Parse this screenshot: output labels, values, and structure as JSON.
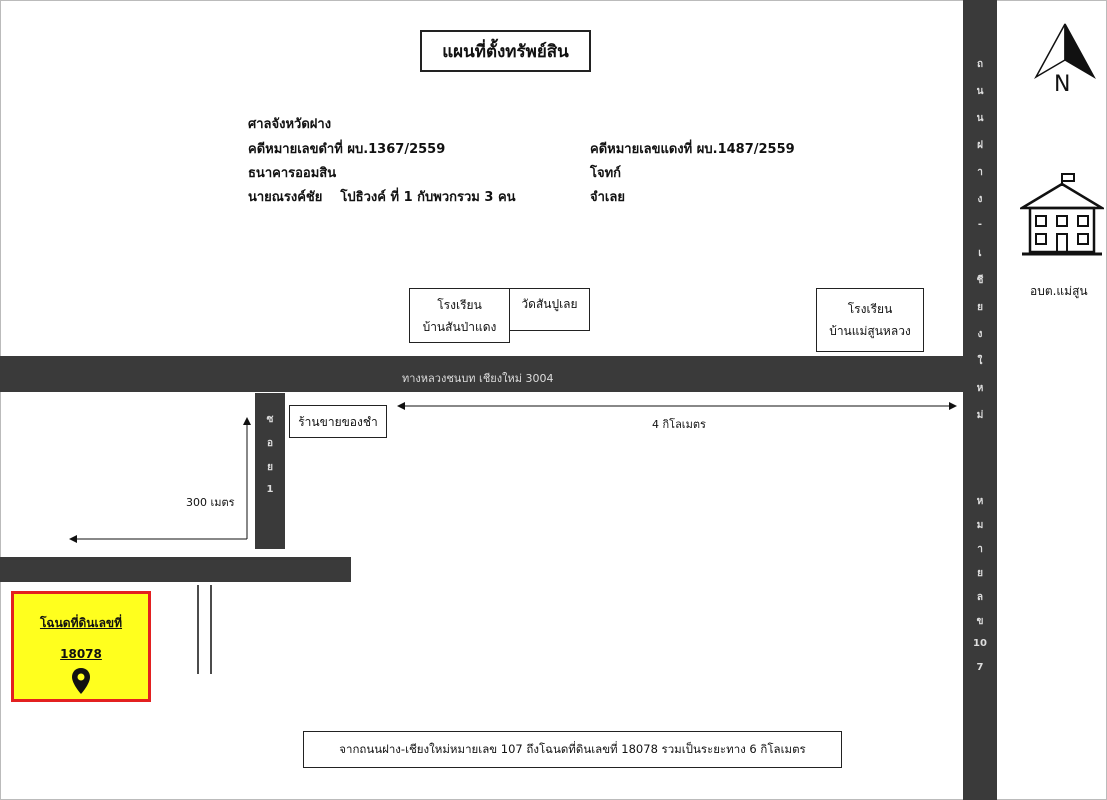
{
  "title": "แผนที่ตั้งทรัพย์สิน",
  "case_info": {
    "court": "ศาลจังหวัดฝาง",
    "black_case": "คดีหมายเลขดำที่ ผบ.1367/2559",
    "red_case": "คดีหมายเลขแดงที่ ผบ.1487/2559",
    "plaintiff": "ธนาคารออมสิน",
    "plaintiff_role": "โจทก์",
    "defendant": "นายณรงค์ชัย    โปธิวงค์ ที่ 1 กับพวกรวม 3 คน",
    "defendant_role": "จำเลย"
  },
  "landmarks": {
    "school1_line1": "โรงเรียน",
    "school1_line2": "บ้านสันป่าแดง",
    "temple": "วัดสันปูเลย",
    "school2_line1": "โรงเรียน",
    "school2_line2": "บ้านแม่สูนหลวง",
    "shop": "ร้านขายของชำ",
    "office": "อบต.แม่สูน"
  },
  "roads": {
    "highway_3004": "ทางหลวงชนบท เชียงใหม่ 3004",
    "vertical_road_top": [
      "ถ",
      "น",
      "น",
      "ฝ",
      "า",
      "ง",
      "-",
      "เ",
      "ชี",
      "ย",
      "ง",
      "ใ",
      "ห",
      "ม่"
    ],
    "vertical_road_bottom": [
      "ห",
      "ม",
      "า",
      "ย",
      "ล",
      "ข",
      "10",
      "7"
    ],
    "soi": [
      "ซ",
      "อ",
      "ย",
      "1"
    ]
  },
  "distances": {
    "four_km": "4 กิโลเมตร",
    "three_hundred_m": "300 เมตร"
  },
  "parcel": {
    "label": "โฉนดที่ดินเลขที่",
    "number": "18078"
  },
  "north": "N",
  "note": "จากถนนฝาง-เชียงใหม่หมายเลข 107 ถึงโฉนดที่ดินเลขที่ 18078 รวมเป็นระยะทาง 6 กิโลเมตร",
  "colors": {
    "road": "#3a3a3a",
    "parcel_fill": "#ffff1e",
    "parcel_border": "#e32020"
  }
}
